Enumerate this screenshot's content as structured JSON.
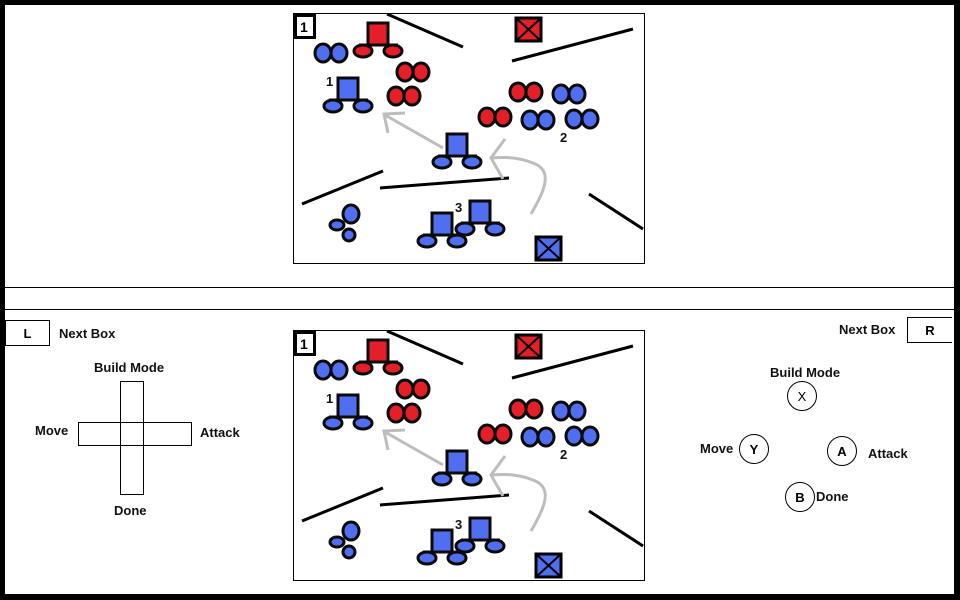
{
  "colors": {
    "red": "#e41f27",
    "blue": "#4f6ef0",
    "arrow": "#bdbdbd",
    "outline": "#0a0a0a"
  },
  "top_map": {
    "step_badge": "1",
    "unit_labels": [
      "1",
      "2",
      "3"
    ]
  },
  "bottom_map": {
    "step_badge": "1",
    "unit_labels": [
      "1",
      "2",
      "3"
    ]
  },
  "controls": {
    "left_shoulder": {
      "button": "L",
      "label": "Next Box"
    },
    "right_shoulder": {
      "button": "R",
      "label": "Next Box"
    },
    "dpad": {
      "up": "Build Mode",
      "left": "Move",
      "right": "Attack",
      "down": "Done"
    },
    "face_buttons": {
      "x": {
        "button": "X",
        "label": "Build Mode"
      },
      "y": {
        "button": "Y",
        "label": "Move"
      },
      "a": {
        "button": "A",
        "label": "Attack"
      },
      "b": {
        "button": "B",
        "label": "Done"
      }
    }
  }
}
